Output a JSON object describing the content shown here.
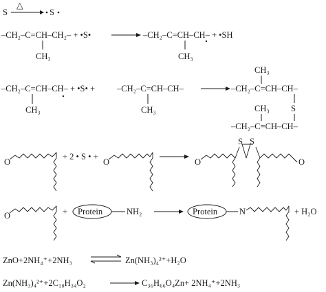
{
  "reaction1": {
    "reactant": "S",
    "condition": "△",
    "product": "S"
  },
  "reaction2": {
    "left": "–CH₂–C=CH–CH₂– + •S•",
    "left_methyl": "CH₃",
    "right": "–CH₂–C=CH–CH– + •SH",
    "right_methyl": "CH₃"
  },
  "reaction3": {
    "left_a": "–CH₂–C=CH–CH– + •S• + ",
    "left_b": "–CH₂–C=CH–CH–",
    "methyl": "CH₃",
    "product_top": "–CH₂–C=CH–CH–",
    "product_bottom": "–CH₂–C=CH–CH–",
    "product_methyl": "CH₃",
    "bridge": "S"
  },
  "reaction4": {
    "ring_o": "O",
    "plus1": "+ 2 • S • +",
    "product_s_left": "S",
    "product_s_right": "S"
  },
  "reaction5": {
    "plus": "+",
    "protein_label": "Protein",
    "amine": "NH₂",
    "imine": "N",
    "water": "+ H₂O"
  },
  "reaction6": {
    "left": "ZnO+2NH₄⁺+2NH₃",
    "right": "Zn(NH₃)₄²⁺+H₂O"
  },
  "reaction7": {
    "left": "Zn(NH₃)₄²⁺+2C₁₈H₃₄O₂",
    "right": "C₃₆H₆₆O₄Zn+ 2NH₄⁺+2NH₃"
  }
}
